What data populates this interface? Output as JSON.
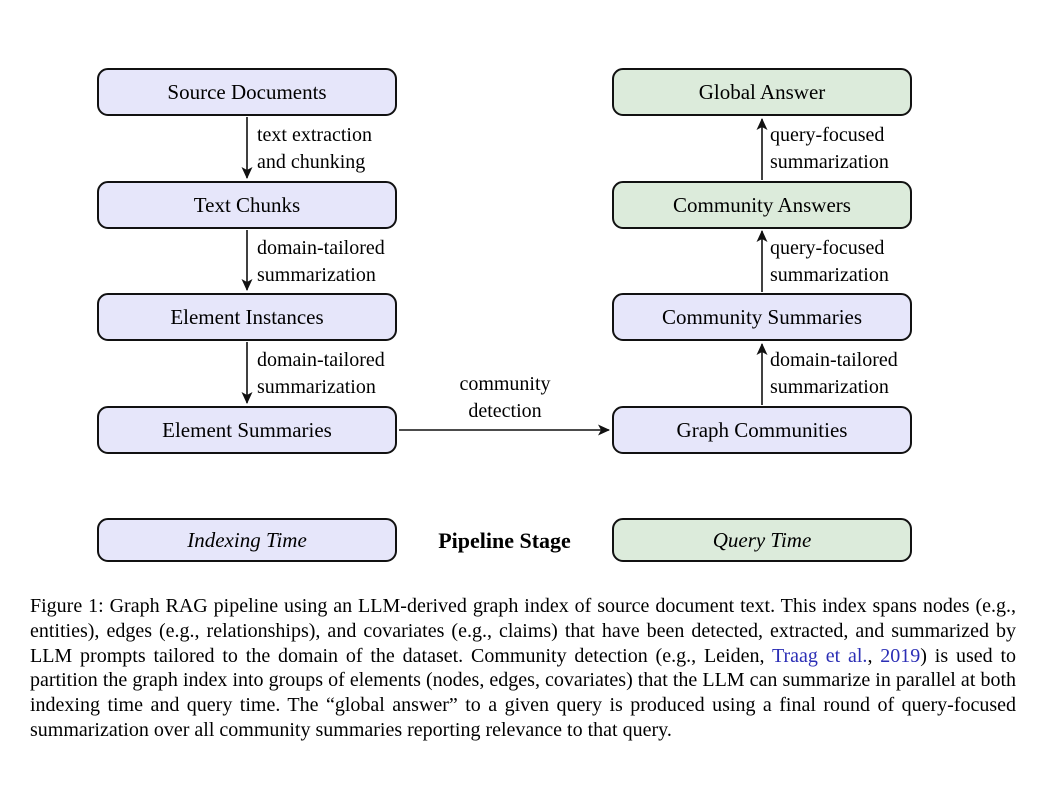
{
  "figure": {
    "nodes": {
      "source_documents": {
        "label": "Source Documents"
      },
      "text_chunks": {
        "label": "Text Chunks"
      },
      "element_instances": {
        "label": "Element Instances"
      },
      "element_summaries": {
        "label": "Element Summaries"
      },
      "global_answer": {
        "label": "Global Answer"
      },
      "community_answers": {
        "label": "Community Answers"
      },
      "community_summaries": {
        "label": "Community Summaries"
      },
      "graph_communities": {
        "label": "Graph Communities"
      }
    },
    "edges": {
      "text_extraction": {
        "line1": "text extraction",
        "line2": "and chunking"
      },
      "domain_tailored_1": {
        "line1": "domain-tailored",
        "line2": "summarization"
      },
      "domain_tailored_2": {
        "line1": "domain-tailored",
        "line2": "summarization"
      },
      "community_detection": {
        "line1": "community",
        "line2": "detection"
      },
      "domain_tailored_3": {
        "line1": "domain-tailored",
        "line2": "summarization"
      },
      "query_focused_upper": {
        "line1": "query-focused",
        "line2": "summarization"
      },
      "query_focused_lower": {
        "line1": "query-focused",
        "line2": "summarization"
      }
    },
    "legend": {
      "indexing_time": "Indexing Time",
      "pipeline_stage": "Pipeline Stage",
      "query_time": "Query Time"
    },
    "caption": {
      "part1": "Figure 1: Graph RAG pipeline using an LLM-derived graph index of source document text. This index spans nodes (e.g., entities), edges (e.g., relationships), and covariates (e.g., claims) that have been detected, extracted, and summarized by LLM prompts tailored to the domain of the dataset. Community detection (e.g., Leiden, ",
      "link1": "Traag et al.",
      "part2": ", ",
      "link2": "2019",
      "part3": ") is used to partition the graph index into groups of elements (nodes, edges, covariates) that the LLM can summarize in parallel at both indexing time and query time. The “global answer” to a given query is produced using a final round of query-focused summarization over all community summaries reporting relevance to that query."
    },
    "colors": {
      "indexing_fill": "#e6e6fa",
      "query_fill": "#dcebdb",
      "border": "#111111",
      "link": "#2b2eb5"
    }
  }
}
